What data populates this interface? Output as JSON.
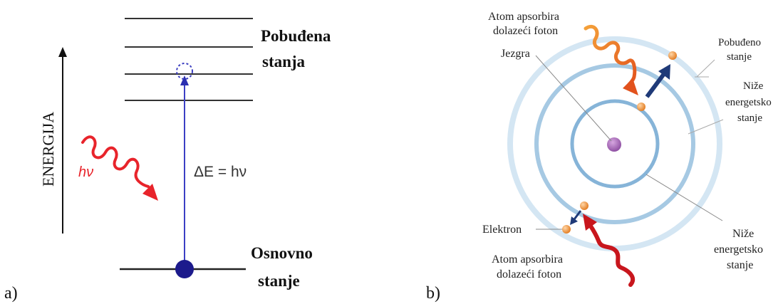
{
  "panel_a": {
    "tag": "a)",
    "axis_label": "ENERGIJA",
    "photon_label": "hν",
    "transition_label": "ΔE = hν",
    "excited_label_line1": "Pobuđena",
    "excited_label_line2": "stanja",
    "ground_label_line1": "Osnovno",
    "ground_label_line2": "stanje",
    "excited_level_count": 4
  },
  "panel_b": {
    "tag": "b)",
    "photon_top_line1": "Atom apsorbira",
    "photon_top_line2": "dolazeći foton",
    "nucleus_label": "Jezgra",
    "excited_line1": "Pobuđeno",
    "excited_line2": "stanje",
    "lower_top_line1": "Niže",
    "lower_top_line2": "energetsko",
    "lower_top_line3": "stanje",
    "electron_label": "Elektron",
    "lower_bottom_line1": "Niže",
    "lower_bottom_line2": "energetsko",
    "lower_bottom_line3": "stanje",
    "photon_bottom_line1": "Atom apsorbira",
    "photon_bottom_line2": "dolazeći foton"
  },
  "colors": {
    "photon_red": "#e8242b",
    "photon_orange": "#e8771c",
    "transition_blue": "#2b2fb0",
    "electron_dot": "#1c1a8c",
    "orbit_light": "#cfe3f2",
    "orbit_mid": "#9cc3e0",
    "orbit_dark": "#7fb0d6",
    "nucleus": "#9b5cad",
    "electron_orange": "#f0953a",
    "arrow_navy": "#1f3a78"
  }
}
